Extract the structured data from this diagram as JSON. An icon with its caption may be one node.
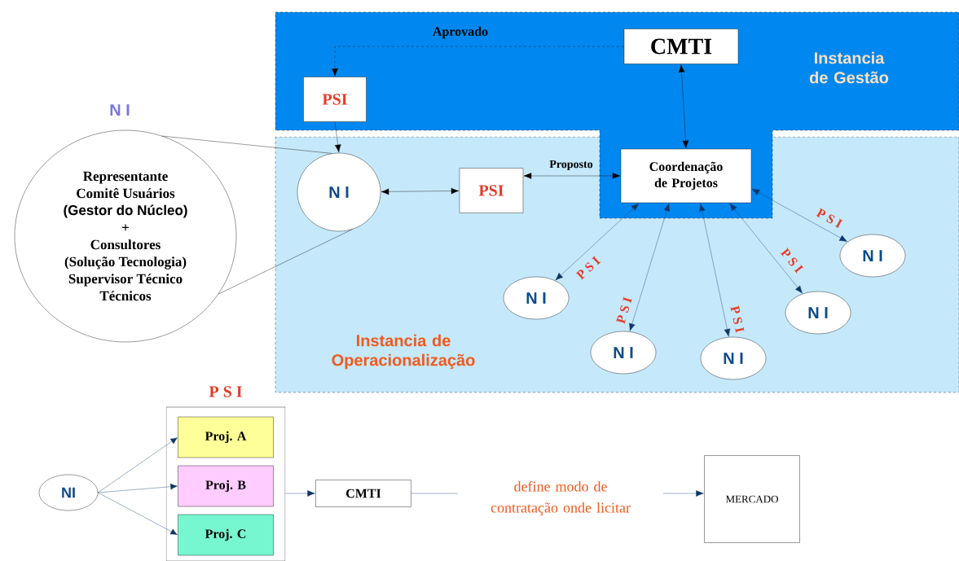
{
  "diagram": {
    "nodes": [
      {
        "text": [
          "Instancia de Gestão"
        ]
      },
      {
        "text": [
          "Instancia de Operacionalização"
        ]
      },
      {
        "text": [
          "CMTI"
        ],
        "in": 0
      },
      {
        "text": [
          "PSI"
        ],
        "in": 0
      },
      {
        "text": [
          "Coordenação de Projetos"
        ]
      },
      {
        "text": [
          "N I"
        ],
        "in": 1
      },
      {
        "text": [
          "PSI"
        ],
        "in": 1
      },
      {
        "text": [
          "N I"
        ],
        "in": 1
      },
      {
        "text": [
          "N I"
        ],
        "in": 1
      },
      {
        "text": [
          "N I"
        ],
        "in": 1
      },
      {
        "text": [
          "N I"
        ],
        "in": 1
      },
      {
        "text": [
          "N I"
        ],
        "in": 1
      },
      {
        "text": [
          "Representante",
          "Comitê Usuários",
          "(Gestor do Núcleo)",
          "+",
          "Consultores",
          "(Solução Tecnologia)",
          "Supervisor Técnico",
          "Técnicos"
        ],
        "beside": [
          "N I"
        ]
      },
      {
        "text": [
          "NI"
        ]
      },
      {
        "text": [
          "P S I"
        ]
      },
      {
        "text": [
          "Proj. A"
        ],
        "in": 14
      },
      {
        "text": [
          "Proj. B"
        ],
        "in": 14
      },
      {
        "text": [
          "Proj. C"
        ],
        "in": 14
      },
      {
        "text": [
          "CMTI"
        ]
      },
      {
        "text": [
          "MERCADO"
        ]
      }
    ],
    "edges": [
      {
        "from": 2,
        "to": 3,
        "arrow": "to",
        "label": "Aprovado",
        "style": "dashed",
        "color": "#000000"
      },
      {
        "from": 3,
        "to": 5,
        "arrow": "to",
        "color": "#000000"
      },
      {
        "from": 5,
        "to": 6,
        "arrow": "both",
        "color": "#000000"
      },
      {
        "from": 6,
        "to": 4,
        "arrow": "both",
        "label": "Proposto",
        "color": "#000000"
      },
      {
        "from": 2,
        "to": 4,
        "arrow": "both",
        "color": "#000000"
      },
      {
        "from": 4,
        "to": 7,
        "arrow": "both",
        "label": "P S I"
      },
      {
        "from": 4,
        "to": 8,
        "arrow": "both",
        "label": "P S I"
      },
      {
        "from": 4,
        "to": 9,
        "arrow": "both",
        "label": "P S I"
      },
      {
        "from": 4,
        "to": 10,
        "arrow": "both",
        "label": "P S I"
      },
      {
        "from": 4,
        "to": 11,
        "arrow": "both",
        "label": "P S I"
      },
      {
        "from": 5,
        "to": 12,
        "arrow": "none",
        "color": "#000000"
      },
      {
        "from": 5,
        "to": 12,
        "arrow": "none",
        "color": "#000000"
      },
      {
        "from": 13,
        "to": 15,
        "arrow": "to"
      },
      {
        "from": 13,
        "to": 16,
        "arrow": "to"
      },
      {
        "from": 13,
        "to": 17,
        "arrow": "to"
      },
      {
        "from": 14,
        "to": 18,
        "arrow": "to"
      },
      {
        "from": 18,
        "to": 19,
        "arrow": "to",
        "label": "define modo de contratação onde licitar"
      }
    ]
  }
}
